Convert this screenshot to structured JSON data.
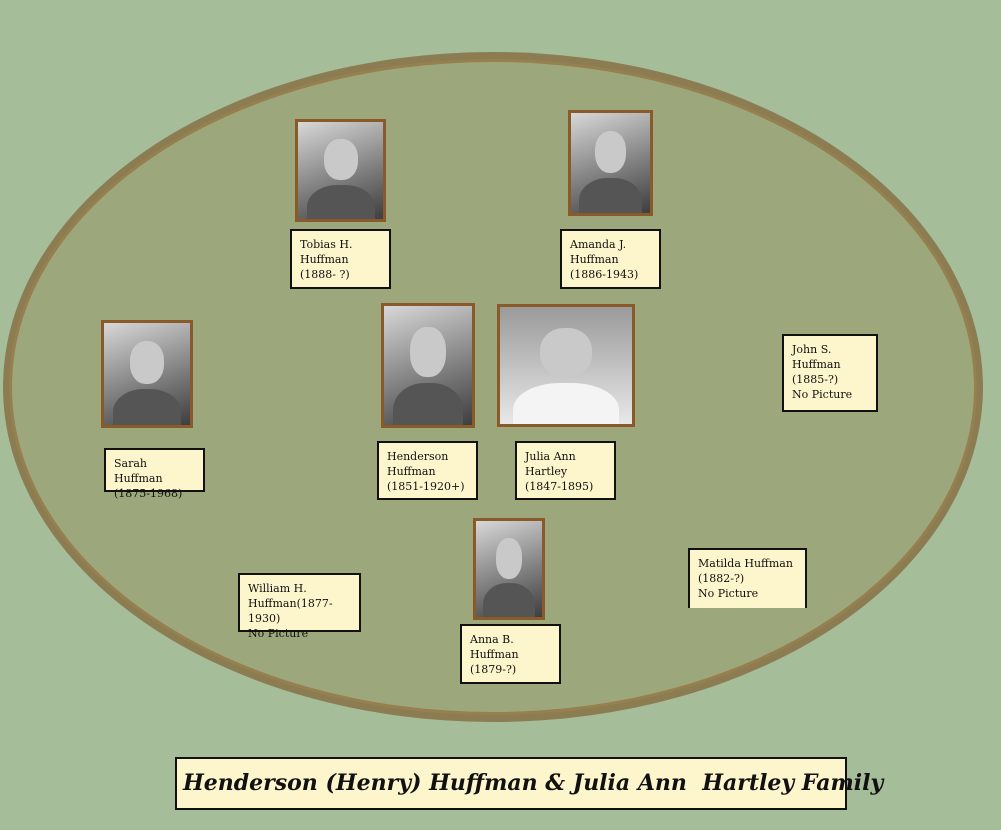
{
  "title": "Henderson (Henry) Huffman & Julia Ann  Hartley Family",
  "people": {
    "tobias": {
      "lines": [
        "Tobias H.",
        "Huffman",
        "(1888- ?)"
      ]
    },
    "amanda": {
      "lines": [
        "Amanda J.",
        "Huffman",
        "(1886-1943)"
      ]
    },
    "sarah": {
      "lines": [
        "Sarah Huffman",
        "(1875-1968)"
      ]
    },
    "henderson": {
      "lines": [
        "Henderson",
        "Huffman",
        "(1851-1920+)"
      ]
    },
    "julia": {
      "lines": [
        "Julia Ann",
        "Hartley",
        "(1847-1895)"
      ]
    },
    "john": {
      "lines": [
        "John S.",
        "Huffman",
        "(1885-?)",
        "No Picture"
      ]
    },
    "william": {
      "lines": [
        "William H.",
        "Huffman(1877-1930)",
        "No Picture"
      ]
    },
    "matilda": {
      "lines": [
        "Matilda Huffman",
        "(1882-?)",
        "No Picture"
      ]
    },
    "anna": {
      "lines": [
        "Anna B.",
        "Huffman",
        "(1879-?)"
      ]
    }
  }
}
